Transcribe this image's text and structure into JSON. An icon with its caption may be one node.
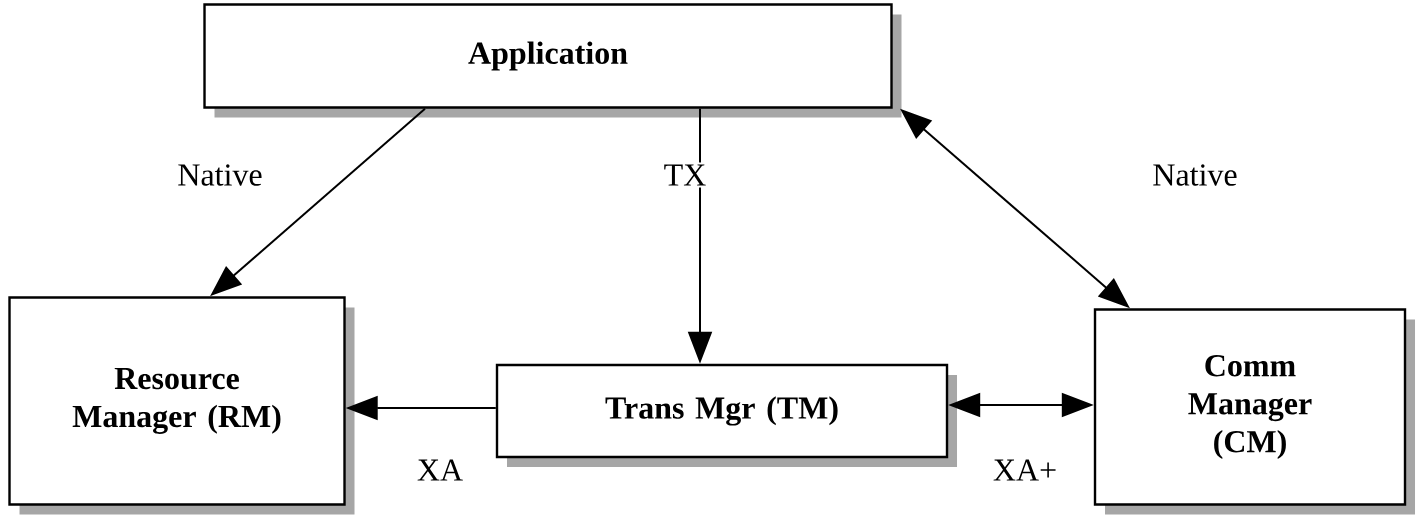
{
  "diagram": {
    "nodes": [
      {
        "text": [
          "Application"
        ]
      },
      {
        "text": [
          "Resource Manager (RM)"
        ]
      },
      {
        "text": [
          "Trans Mgr (TM)"
        ]
      },
      {
        "text": [
          "Comm Manager (CM)"
        ]
      }
    ],
    "edges": [
      {
        "from": 0,
        "to": 1,
        "arrow": "to",
        "label": "Native"
      },
      {
        "from": 0,
        "to": 2,
        "arrow": "to",
        "label": "TX"
      },
      {
        "from": 0,
        "to": 3,
        "arrow": "both",
        "label": "Native"
      },
      {
        "from": 2,
        "to": 1,
        "arrow": "to",
        "label": "XA"
      },
      {
        "from": 2,
        "to": 3,
        "arrow": "both",
        "label": "XA+"
      }
    ]
  }
}
